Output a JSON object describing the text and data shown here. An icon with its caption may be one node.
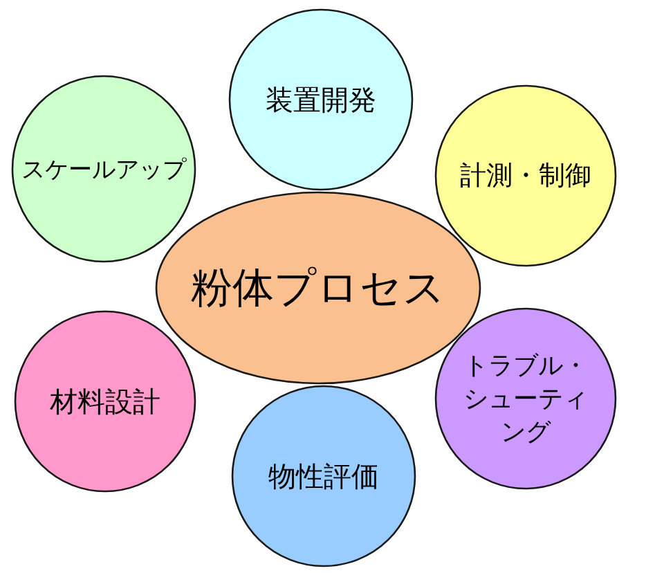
{
  "diagram": {
    "nodes": [
      {
        "text": [
          "装置開発"
        ]
      },
      {
        "text": [
          "スケールアップ"
        ]
      },
      {
        "text": [
          "計測・制御"
        ]
      },
      {
        "text": [
          "粉体プロセス"
        ]
      },
      {
        "text": [
          "材料設計"
        ]
      },
      {
        "text": [
          "トラブル・シューティング"
        ]
      },
      {
        "text": [
          "物性評価"
        ]
      }
    ]
  }
}
